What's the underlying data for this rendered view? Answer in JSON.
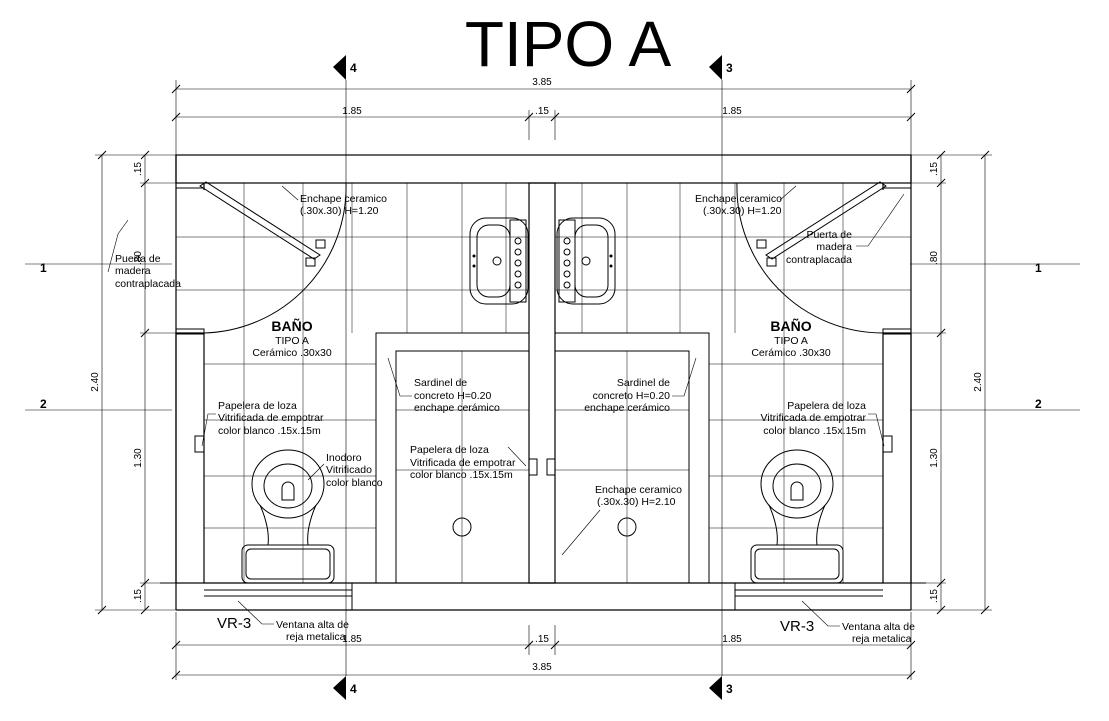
{
  "title": "TIPO A",
  "dimensions": {
    "total_width": "3.85",
    "left_width": "1.85",
    "mid_width": ".15",
    "right_width": "1.85",
    "height_total": "2.40",
    "h_top": ".15",
    "h_upper": ".80",
    "h_lower": "1.30",
    "h_bottom": ".15"
  },
  "section_marks": {
    "left": "4",
    "right": "3"
  },
  "axis_marks": {
    "a1": "1",
    "a2": "2"
  },
  "rooms": [
    {
      "name": "BAÑO",
      "type": "TIPO A",
      "finish": "Cerámico .30x30"
    },
    {
      "name": "BAÑO",
      "type": "TIPO A",
      "finish": "Cerámico .30x30"
    }
  ],
  "notes": {
    "enchape_top": [
      "Enchape ceramico",
      "(.30x.30) H=1.20"
    ],
    "puerta": [
      "Puerta de",
      "madera",
      "contraplacada"
    ],
    "papelera": [
      "Papelera de loza",
      "Vitrificada de empotrar",
      "color blanco .15x.15m"
    ],
    "papelera_center": [
      "Papelera de loza",
      "Vitrificada de empotrar",
      "color blanco .15x.15m"
    ],
    "inodoro": [
      "Inodoro",
      "Vitrificado",
      "color blanco"
    ],
    "sardinel": [
      "Sardinel de",
      "concreto H=0.20",
      "enchape cerámico"
    ],
    "enchape_ducha": [
      "Enchape ceramico",
      "(.30x.30) H=2.10"
    ],
    "ventana": [
      "Ventana alta de",
      "reja metalica"
    ],
    "vr": "VR-3"
  }
}
